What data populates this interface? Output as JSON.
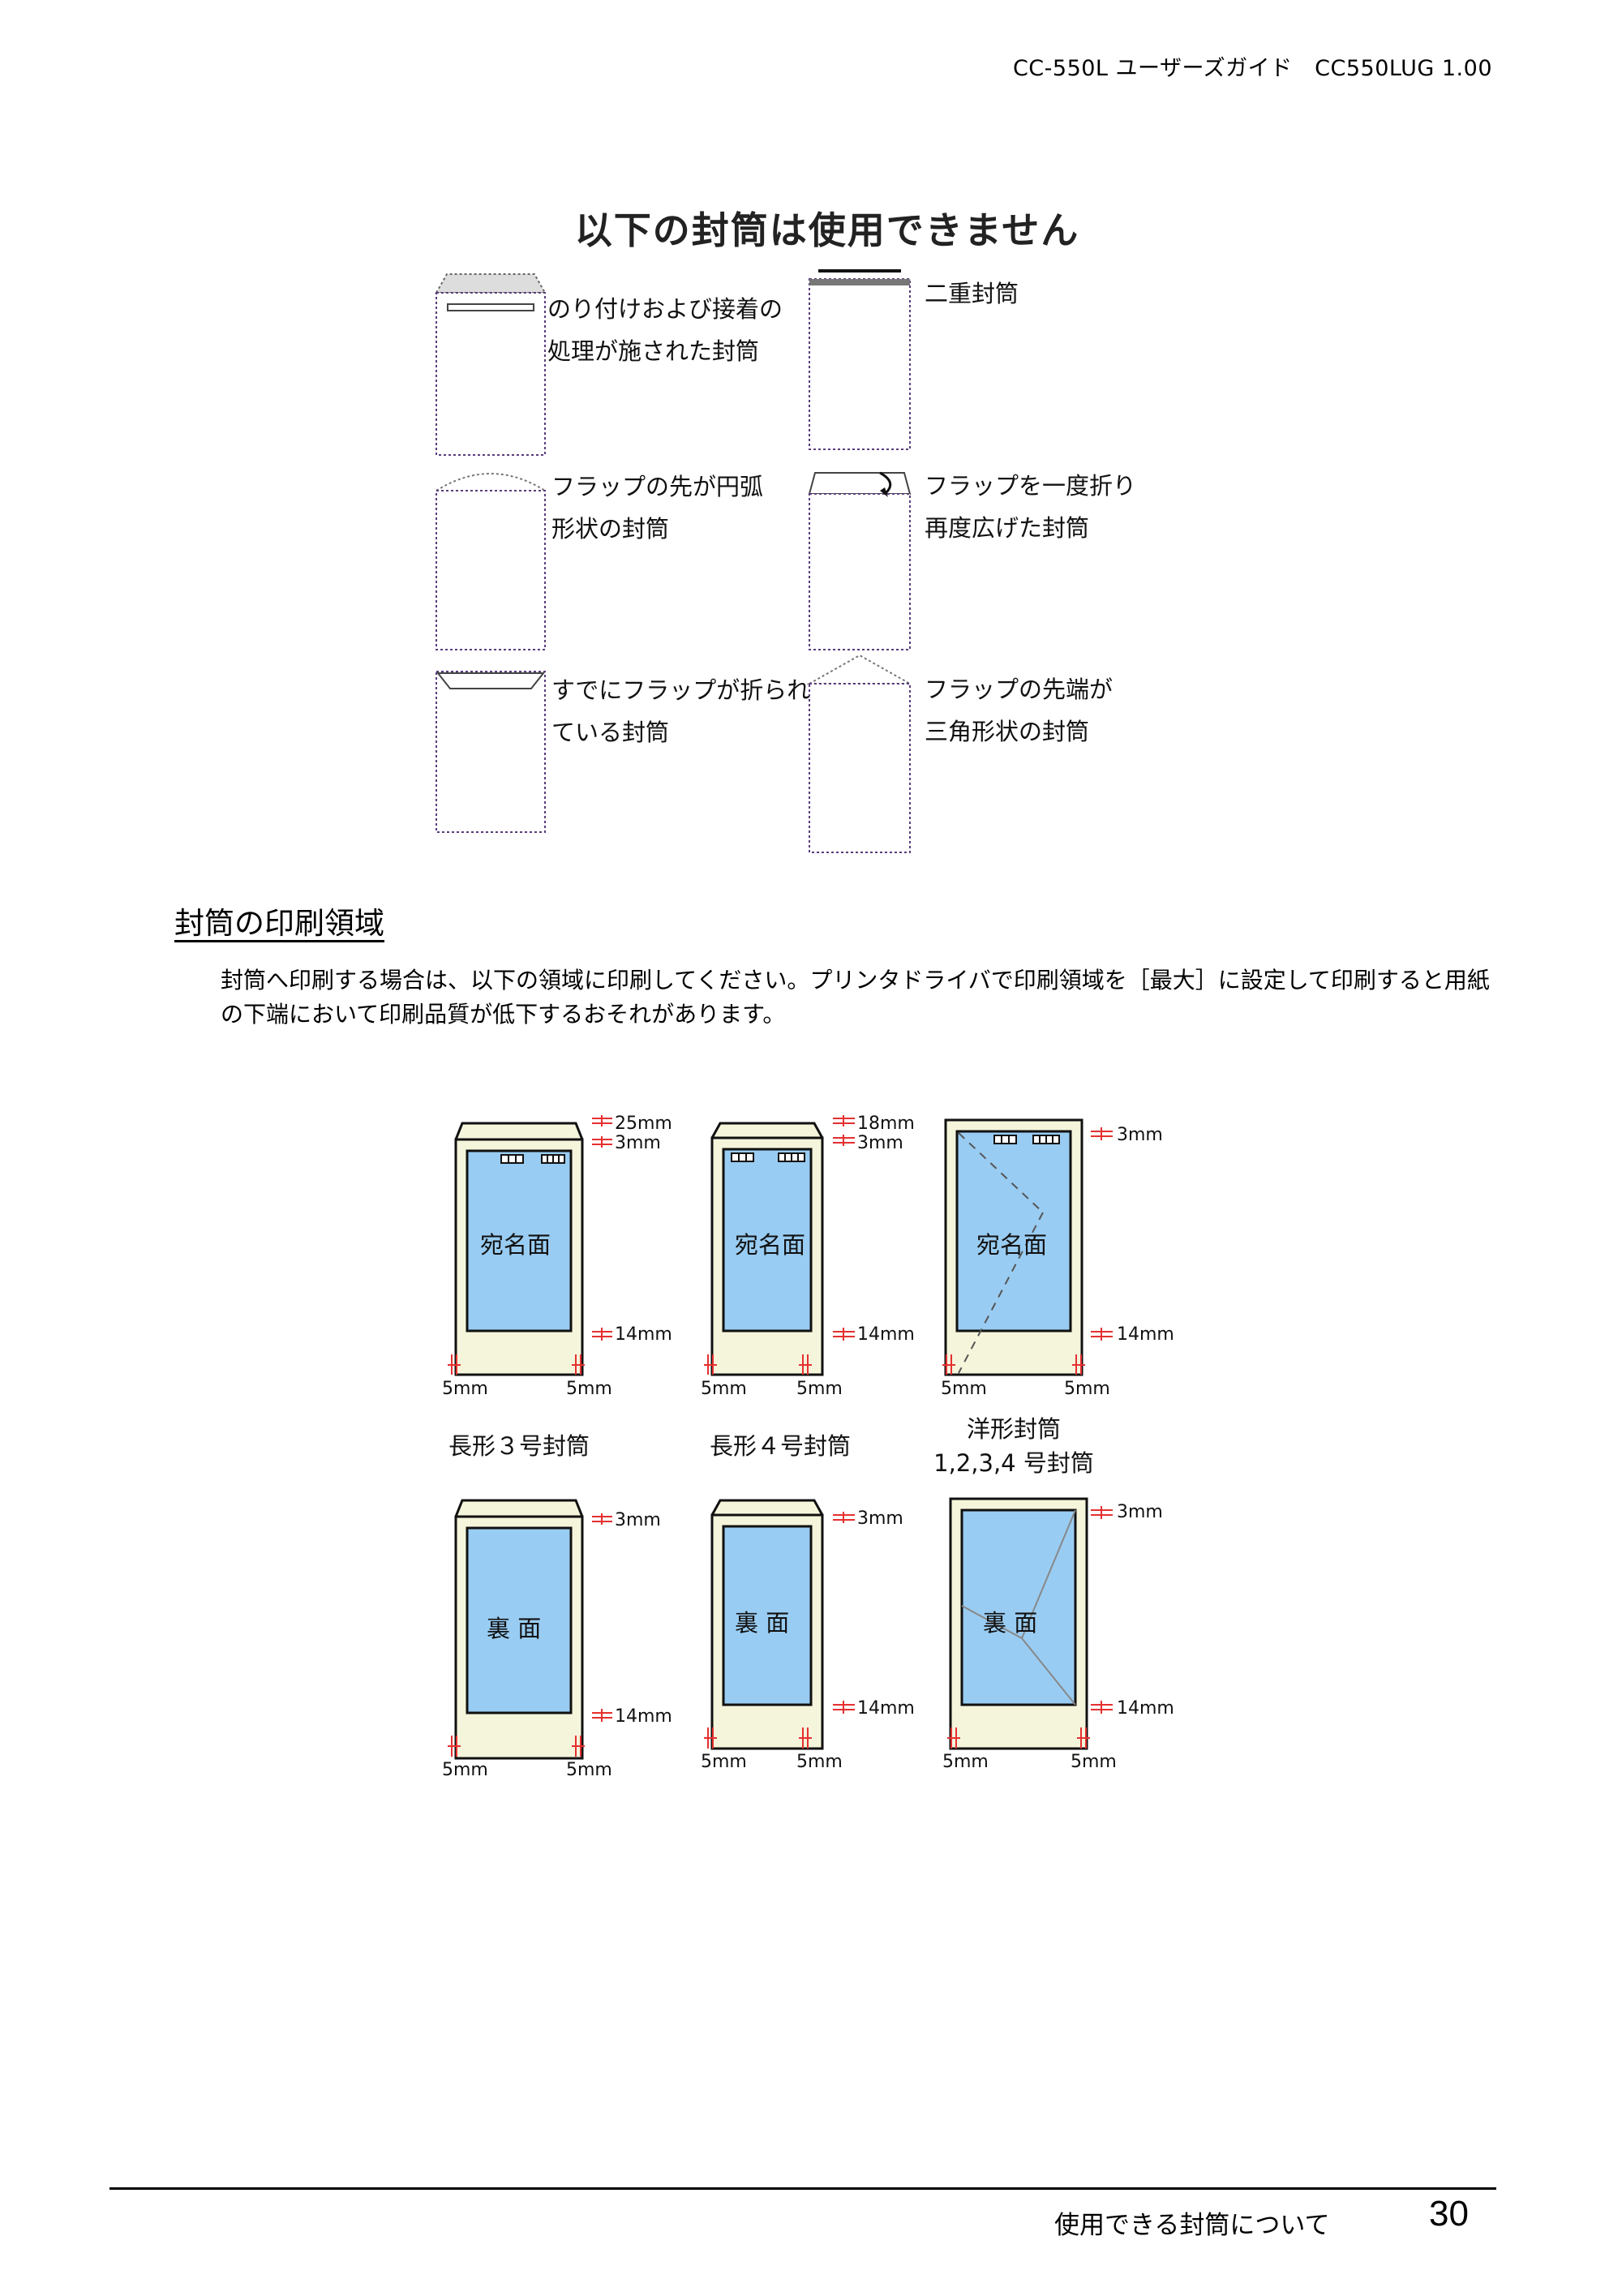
{
  "header": {
    "text": "CC-550L ユーザーズガイド　CC550LUG 1.00"
  },
  "figure1": {
    "title": "以下の封筒は使用できません",
    "items": [
      {
        "line1": "のり付けおよび接着の",
        "line2": "処理が施された封筒"
      },
      {
        "line1": "二重封筒",
        "line2": ""
      },
      {
        "line1": "フラップの先が円弧",
        "line2": "形状の封筒"
      },
      {
        "line1": "フラップを一度折り",
        "line2": "再度広げた封筒"
      },
      {
        "line1": "すでにフラップが折られ",
        "line2": "ている封筒"
      },
      {
        "line1": "フラップの先端が",
        "line2": "三角形状の封筒"
      }
    ]
  },
  "section": {
    "heading": "封筒の印刷領域",
    "body": "封筒へ印刷する場合は、以下の領域に印刷してください。プリンタドライバで印刷領域を［最大］に設定して印刷すると用紙の下端において印刷品質が低下するおそれがあります。"
  },
  "diagrams": {
    "front_label": "宛名面",
    "back_label": "裏 面",
    "captions": [
      {
        "line1": "長形３号封筒",
        "line2": ""
      },
      {
        "line1": "長形４号封筒",
        "line2": ""
      },
      {
        "line1": "洋形封筒",
        "line2": "1,2,3,4 号封筒"
      }
    ],
    "top_margins_front": [
      "25mm",
      "18mm",
      ""
    ],
    "inner_margin": "3mm",
    "bottom_margin": "14mm",
    "side_margin": "5mm",
    "colors": {
      "print_area": "#99CCF2",
      "envelope": "#F5F5DC",
      "marker": "#E53030"
    }
  },
  "footer": {
    "title": "使用できる封筒について",
    "page": "30"
  }
}
